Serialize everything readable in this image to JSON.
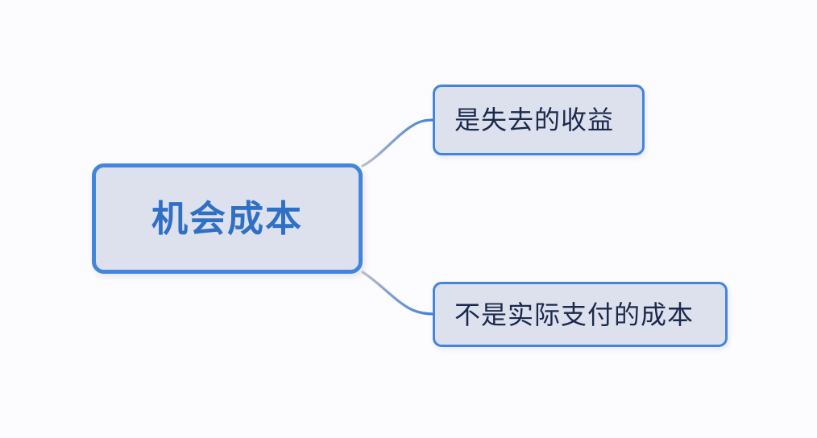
{
  "diagram": {
    "type": "mind-map",
    "background_color": "#fcfbfe",
    "root": {
      "label": "机会成本",
      "text_color": "#2f6fc4",
      "fill_color": "#dde1ee",
      "border_color": "#4285dc"
    },
    "children": [
      {
        "label": "是失去的收益",
        "text_color": "#1a2a4a",
        "fill_color": "#dde1ee",
        "border_color": "#4285dc"
      },
      {
        "label": "不是实际支付的成本",
        "text_color": "#1a2a4a",
        "fill_color": "#dde1ee",
        "border_color": "#4285dc"
      }
    ],
    "connectors": [
      {
        "name": "root-to-child-0",
        "color": "#3f83d8"
      },
      {
        "name": "root-to-child-1",
        "color": "#3f83d8"
      }
    ]
  }
}
